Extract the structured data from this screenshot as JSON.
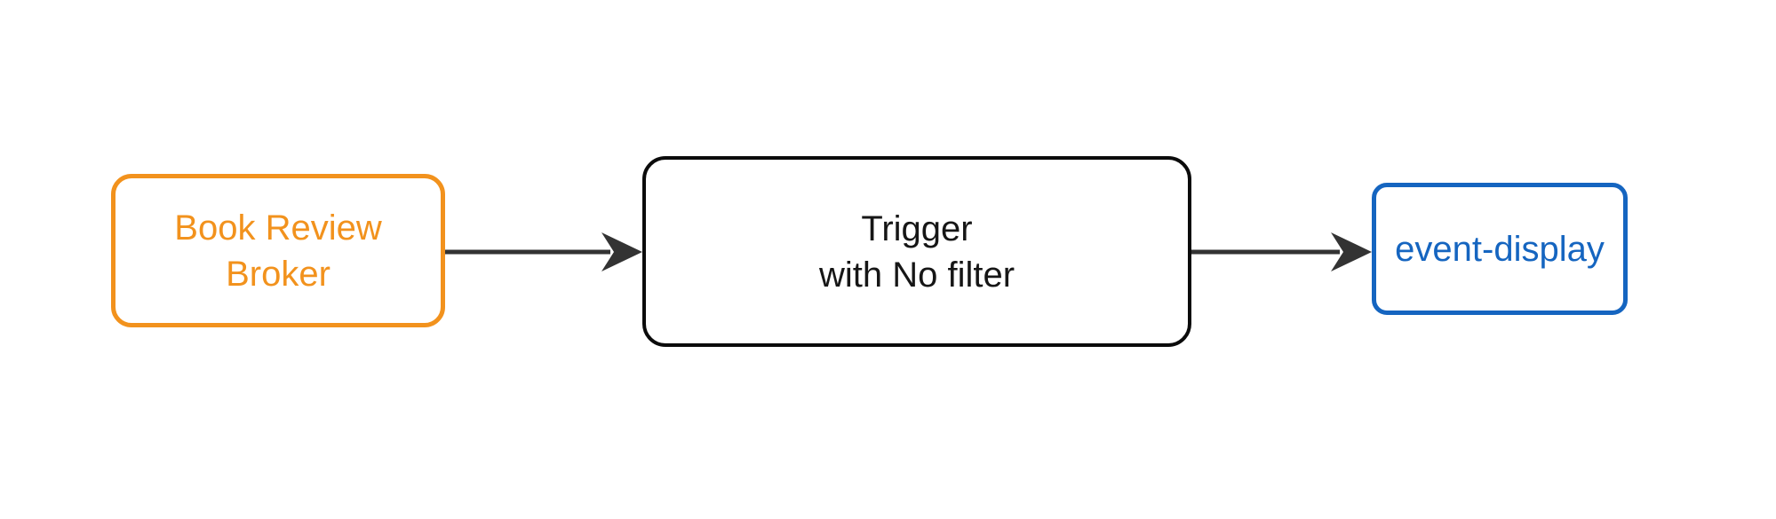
{
  "diagram": {
    "type": "flowchart",
    "direction": "left-to-right",
    "background_color": "#ffffff",
    "title": "",
    "nodes": [
      {
        "id": "broker",
        "label_lines": [
          "Book Review",
          "Broker"
        ],
        "role": "source",
        "shape": "rounded-rectangle",
        "border_color": "#f2921d",
        "text_color": "#f2921d",
        "fill_color": "#ffffff"
      },
      {
        "id": "trigger",
        "label_lines": [
          "Trigger",
          "with No filter"
        ],
        "role": "processor",
        "shape": "rounded-rectangle",
        "border_color": "#0b0b0b",
        "text_color": "#161616",
        "fill_color": "#ffffff"
      },
      {
        "id": "sink",
        "label_lines": [
          "event-display"
        ],
        "role": "sink",
        "shape": "rounded-rectangle",
        "border_color": "#1565c0",
        "text_color": "#1565c0",
        "fill_color": "#ffffff"
      }
    ],
    "edges": [
      {
        "id": "broker-to-trigger",
        "from": "broker",
        "to": "trigger",
        "label": "",
        "color": "#333333",
        "arrowhead": "filled-barbed"
      },
      {
        "id": "trigger-to-sink",
        "from": "trigger",
        "to": "sink",
        "label": "",
        "color": "#333333",
        "arrowhead": "filled-barbed"
      }
    ]
  }
}
